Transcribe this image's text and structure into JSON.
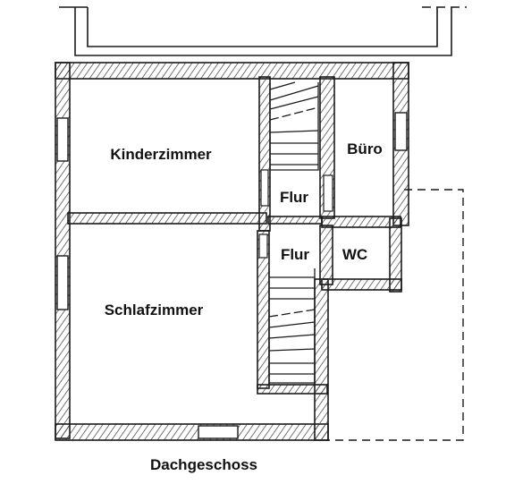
{
  "plan": {
    "caption": "Dachgeschoss",
    "rooms": {
      "kinderzimmer": "Kinderzimmer",
      "schlafzimmer": "Schlafzimmer",
      "buero": "Büro",
      "flur_upper": "Flur",
      "flur_lower": "Flur",
      "wc": "WC"
    },
    "colors": {
      "ink": "#1a1a1a",
      "wall_fill": "#ffffff",
      "hatch": "#3a3a3a"
    }
  }
}
